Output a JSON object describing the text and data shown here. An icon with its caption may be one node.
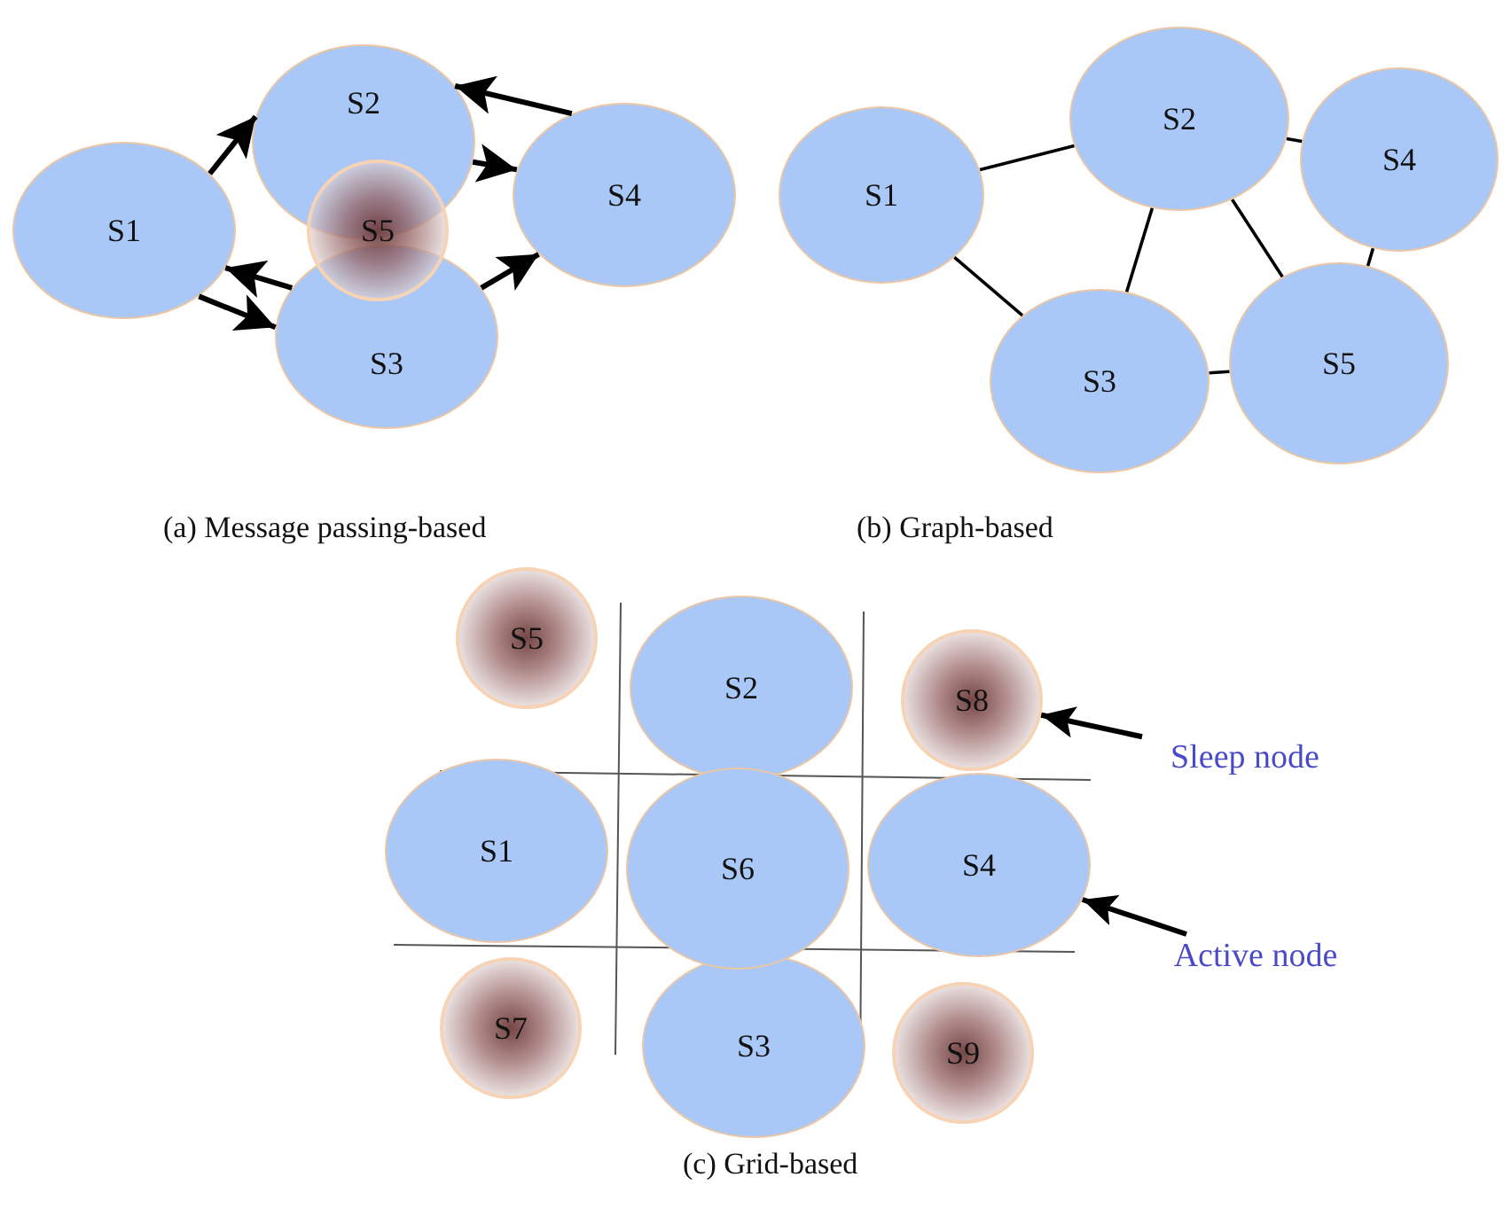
{
  "diagram": {
    "nodes": [
      {
        "text": [
          "S2"
        ]
      },
      {
        "text": [
          "S1"
        ]
      },
      {
        "text": [
          "S5"
        ]
      },
      {
        "text": [
          "S4"
        ]
      },
      {
        "text": [
          "S3"
        ]
      },
      {
        "text": [
          "S2"
        ]
      },
      {
        "text": [
          "S1"
        ]
      },
      {
        "text": [
          "S4"
        ]
      },
      {
        "text": [
          "S3"
        ]
      },
      {
        "text": [
          "S5"
        ]
      },
      {
        "text": [
          "S5"
        ]
      },
      {
        "text": [
          "S2"
        ]
      },
      {
        "text": [
          "S8"
        ]
      },
      {
        "text": [
          "Sleep node"
        ]
      },
      {
        "text": [
          "S1"
        ]
      },
      {
        "text": [
          "S6"
        ]
      },
      {
        "text": [
          "S4"
        ]
      },
      {
        "text": [
          "Active node"
        ]
      },
      {
        "text": [
          "S7"
        ]
      },
      {
        "text": [
          "S3"
        ]
      },
      {
        "text": [
          "S9"
        ]
      }
    ],
    "edges": [
      {
        "from": 1,
        "to": 0,
        "arrow": "to"
      },
      {
        "from": 3,
        "to": 0,
        "arrow": "to"
      },
      {
        "from": 0,
        "to": 3,
        "arrow": "to"
      },
      {
        "from": 4,
        "to": 1,
        "arrow": "to"
      },
      {
        "from": 1,
        "to": 4,
        "arrow": "to"
      },
      {
        "from": 4,
        "to": 3,
        "arrow": "to"
      },
      {
        "from": 6,
        "to": 5,
        "arrow": "none"
      },
      {
        "from": 5,
        "to": 7,
        "arrow": "none"
      },
      {
        "from": 6,
        "to": 8,
        "arrow": "none"
      },
      {
        "from": 5,
        "to": 8,
        "arrow": "none"
      },
      {
        "from": 5,
        "to": 9,
        "arrow": "none"
      },
      {
        "from": 7,
        "to": 9,
        "arrow": "none"
      },
      {
        "from": 8,
        "to": 9,
        "arrow": "none"
      },
      {
        "from": 13,
        "to": 12,
        "arrow": "to"
      },
      {
        "from": 17,
        "to": 16,
        "arrow": "to"
      }
    ],
    "labels": [
      "(a) Message passing-based",
      "(b) Graph-based",
      "(c) Grid-based"
    ]
  }
}
